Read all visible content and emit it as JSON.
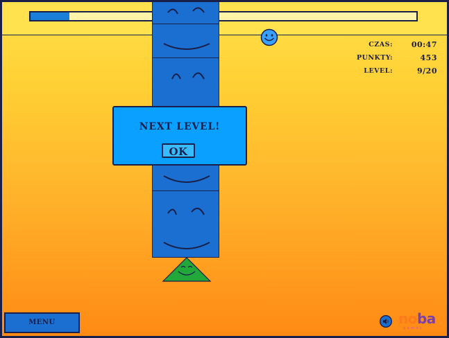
{
  "progress": {
    "fraction": 0.1
  },
  "stats": {
    "time_label": "CZAS:",
    "time_value": "00:47",
    "points_label": "PUNKTY:",
    "points_value": "453",
    "level_label": "LEVEL:",
    "level_value": "9/20"
  },
  "dialog": {
    "title": "NEXT LEVEL!",
    "ok_label": "OK"
  },
  "menu": {
    "label": "MENU"
  },
  "sound": {
    "icon": "speaker-icon"
  },
  "logo": {
    "part1": "no",
    "part2": "ba",
    "sub": "games"
  },
  "colors": {
    "box_blue": "#1a6fd0",
    "dialog_blue": "#0aa0ff",
    "outline": "#1a1f4a",
    "triangle_green": "#22a83a",
    "progress_fill": "#1a7fd8",
    "logo_orange": "#ff7a1a",
    "logo_purple": "#7a3fb0"
  }
}
